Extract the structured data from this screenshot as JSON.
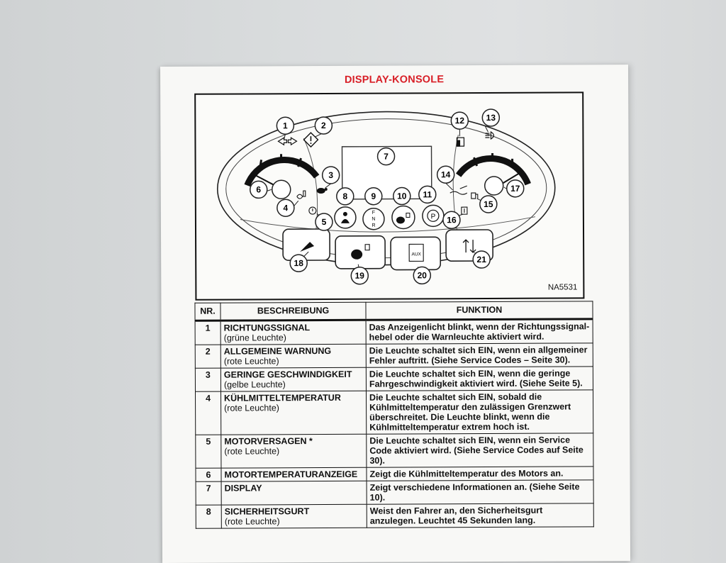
{
  "document": {
    "title": "DISPLAY-KONSOLE",
    "figure_code": "NA5531"
  },
  "figure": {
    "callouts": [
      "1",
      "2",
      "3",
      "4",
      "5",
      "6",
      "7",
      "8",
      "9",
      "10",
      "11",
      "12",
      "13",
      "14",
      "15",
      "16",
      "17",
      "18",
      "19",
      "20",
      "21"
    ],
    "gear_letters": [
      "F",
      "N",
      "R"
    ],
    "aux_label": "AUX",
    "park_label": "P"
  },
  "table": {
    "headers": [
      "NR.",
      "BESCHREIBUNG",
      "FUNKTION"
    ],
    "rows": [
      {
        "nr": "1",
        "main": "RICHTUNGSSIGNAL",
        "sub": "(grüne Leuchte)",
        "func": "Das Anzeigenlicht blinkt, wenn der Richtungssignal-hebel oder die Warnleuchte aktiviert wird."
      },
      {
        "nr": "2",
        "main": "ALLGEMEINE WARNUNG",
        "sub": "(rote Leuchte)",
        "func": "Die Leuchte schaltet sich EIN, wenn ein allgemeiner Fehler auftritt. (Siehe Service Codes – Seite 30)."
      },
      {
        "nr": "3",
        "main": "GERINGE GESCHWINDIGKEIT",
        "sub": "(gelbe Leuchte)",
        "func": "Die Leuchte schaltet sich EIN, wenn die geringe Fahrgeschwindigkeit aktiviert wird. (Siehe Seite 5)."
      },
      {
        "nr": "4",
        "main": "KÜHLMITTELTEMPERATUR",
        "sub": "(rote Leuchte)",
        "func": "Die Leuchte schaltet sich EIN, sobald die Kühlmitteltemperatur den zulässigen Grenzwert überschreitet. Die Leuchte blinkt, wenn die Kühlmitteltemperatur extrem hoch ist."
      },
      {
        "nr": "5",
        "main": "MOTORVERSAGEN *",
        "sub": "(rote Leuchte)",
        "func": "Die Leuchte schaltet sich EIN, wenn ein Service Code aktiviert wird. (Siehe Service Codes auf Seite 30)."
      },
      {
        "nr": "6",
        "main": "MOTORTEMPERATURANZEIGE",
        "sub": "",
        "func": "Zeigt die Kühlmitteltemperatur des Motors an."
      },
      {
        "nr": "7",
        "main": "DISPLAY",
        "sub": "",
        "func": "Zeigt verschiedene Informationen an. (Siehe Seite 10)."
      },
      {
        "nr": "8",
        "main": "SICHERHEITSGURT",
        "sub": "(rote Leuchte)",
        "func": "Weist den Fahrer an, den Sicherheitsgurt anzulegen. Leuchtet 45 Sekunden lang."
      }
    ]
  }
}
